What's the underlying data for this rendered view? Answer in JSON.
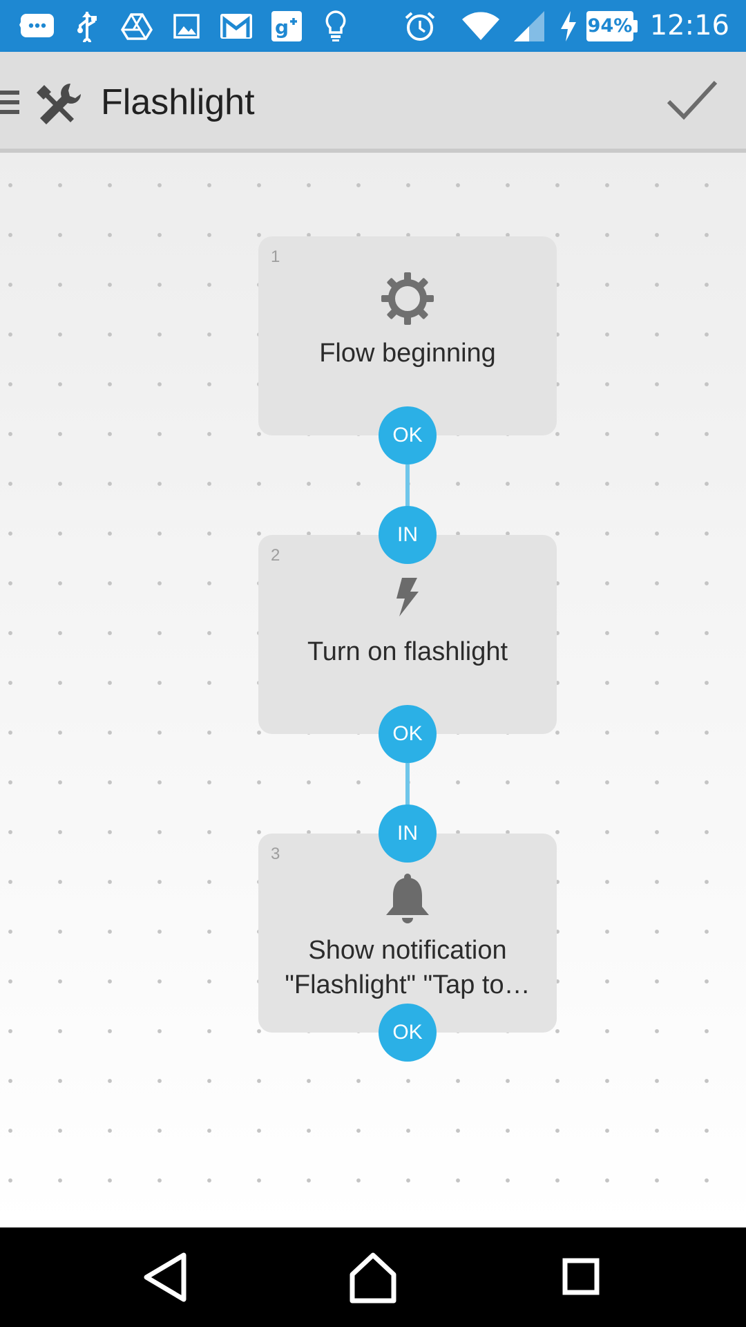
{
  "status_bar": {
    "battery_level": "94%",
    "time": "12:16",
    "notification_icons": [
      "chat-bubble-icon",
      "usb-icon",
      "drive-icon",
      "image-icon",
      "gmail-icon",
      "google-plus-icon",
      "lightbulb-icon"
    ],
    "system_icons": [
      "alarm-icon",
      "wifi-icon",
      "signal-icon",
      "charging-icon",
      "battery-icon"
    ],
    "background_color": "#1e88d2"
  },
  "toolbar": {
    "title": "Flashlight",
    "background_color": "#dedede"
  },
  "flow": {
    "accent_color": "#2bb0e6",
    "blocks": [
      {
        "number": "1",
        "icon": "gear-icon",
        "label": "Flow beginning",
        "ports": [
          "OK"
        ]
      },
      {
        "number": "2",
        "icon": "lightning-icon",
        "label": "Turn on flashlight",
        "ports": [
          "IN",
          "OK"
        ]
      },
      {
        "number": "3",
        "icon": "bell-icon",
        "label_line1": "Show notification",
        "label_line2": "\"Flashlight\" \"Tap to…",
        "ports": [
          "IN",
          "OK"
        ]
      }
    ]
  },
  "nav_bar": {
    "buttons": [
      "back-icon",
      "home-icon",
      "recents-icon"
    ]
  }
}
